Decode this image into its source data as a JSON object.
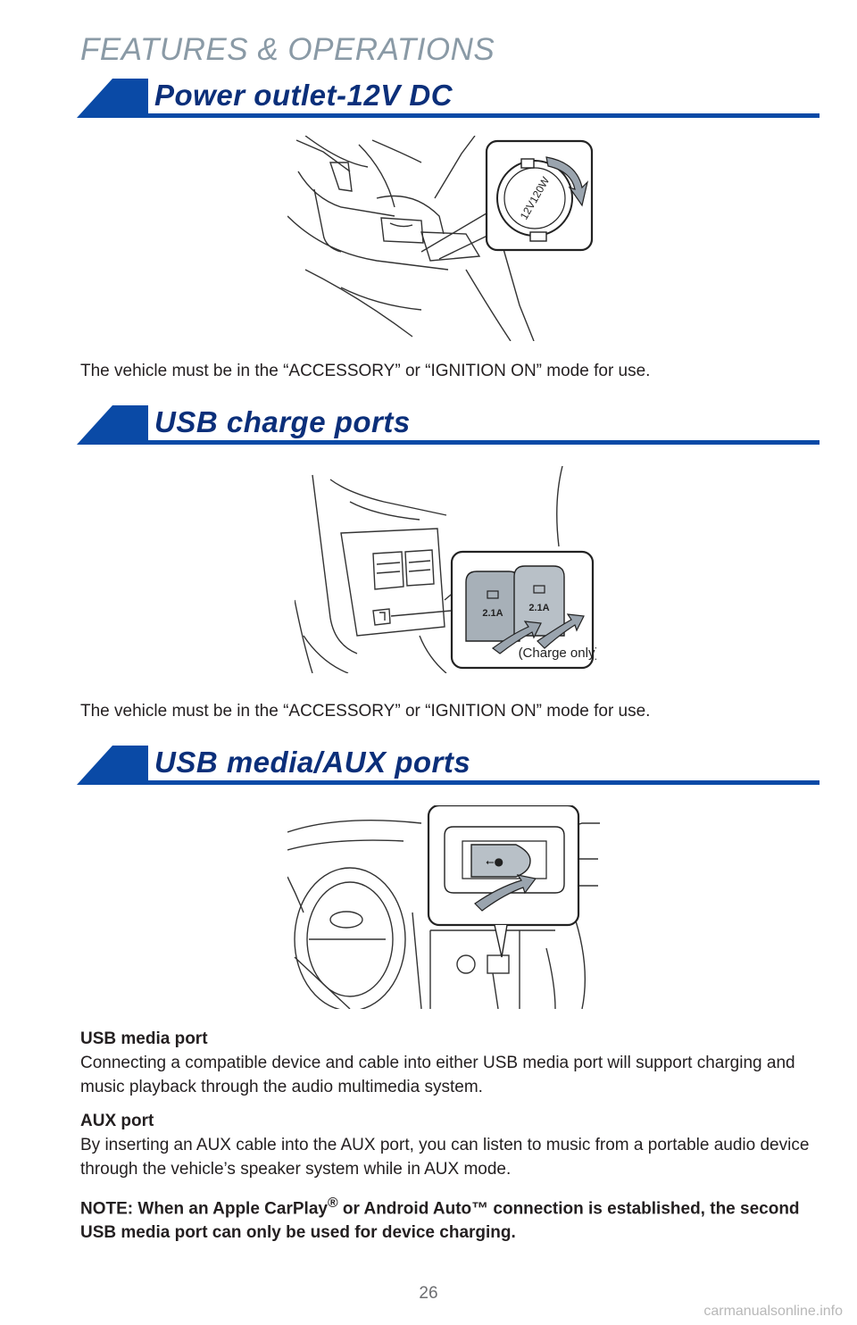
{
  "kicker": "FEATURES & OPERATIONS",
  "sections": [
    {
      "title": "Power outlet-12V DC",
      "caption": "The vehicle must be in the “ACCESSORY” or “IGNITION ON” mode for use.",
      "illustration": {
        "callout_text": "12V120W"
      }
    },
    {
      "title": "USB charge ports",
      "caption": "The vehicle must be in the “ACCESSORY” or “IGNITION ON” mode for use.",
      "illustration": {
        "port_label": "2.1A",
        "charge_note": "(Charge only)"
      }
    },
    {
      "title": "USB media/AUX ports",
      "illustration": {}
    }
  ],
  "usb_media": {
    "heading": "USB media port",
    "text": "Connecting a compatible device and cable into either USB media port will support charging and music playback through the audio multimedia system."
  },
  "aux": {
    "heading": "AUX port",
    "text": "By inserting an AUX cable into the AUX port, you can listen to music from a portable audio device through the vehicle’s speaker system while in AUX mode."
  },
  "note": {
    "part1": "NOTE: When an Apple CarPlay",
    "sup": "®",
    "part2": " or Android Auto™ connection is established, the second USB media port can only be used for device charging."
  },
  "page_number": "26",
  "watermark": "carmanualsonline.info",
  "colors": {
    "accent": "#0a4aa6",
    "heading": "#0b2f7a",
    "kicker": "#8a9aa6"
  }
}
